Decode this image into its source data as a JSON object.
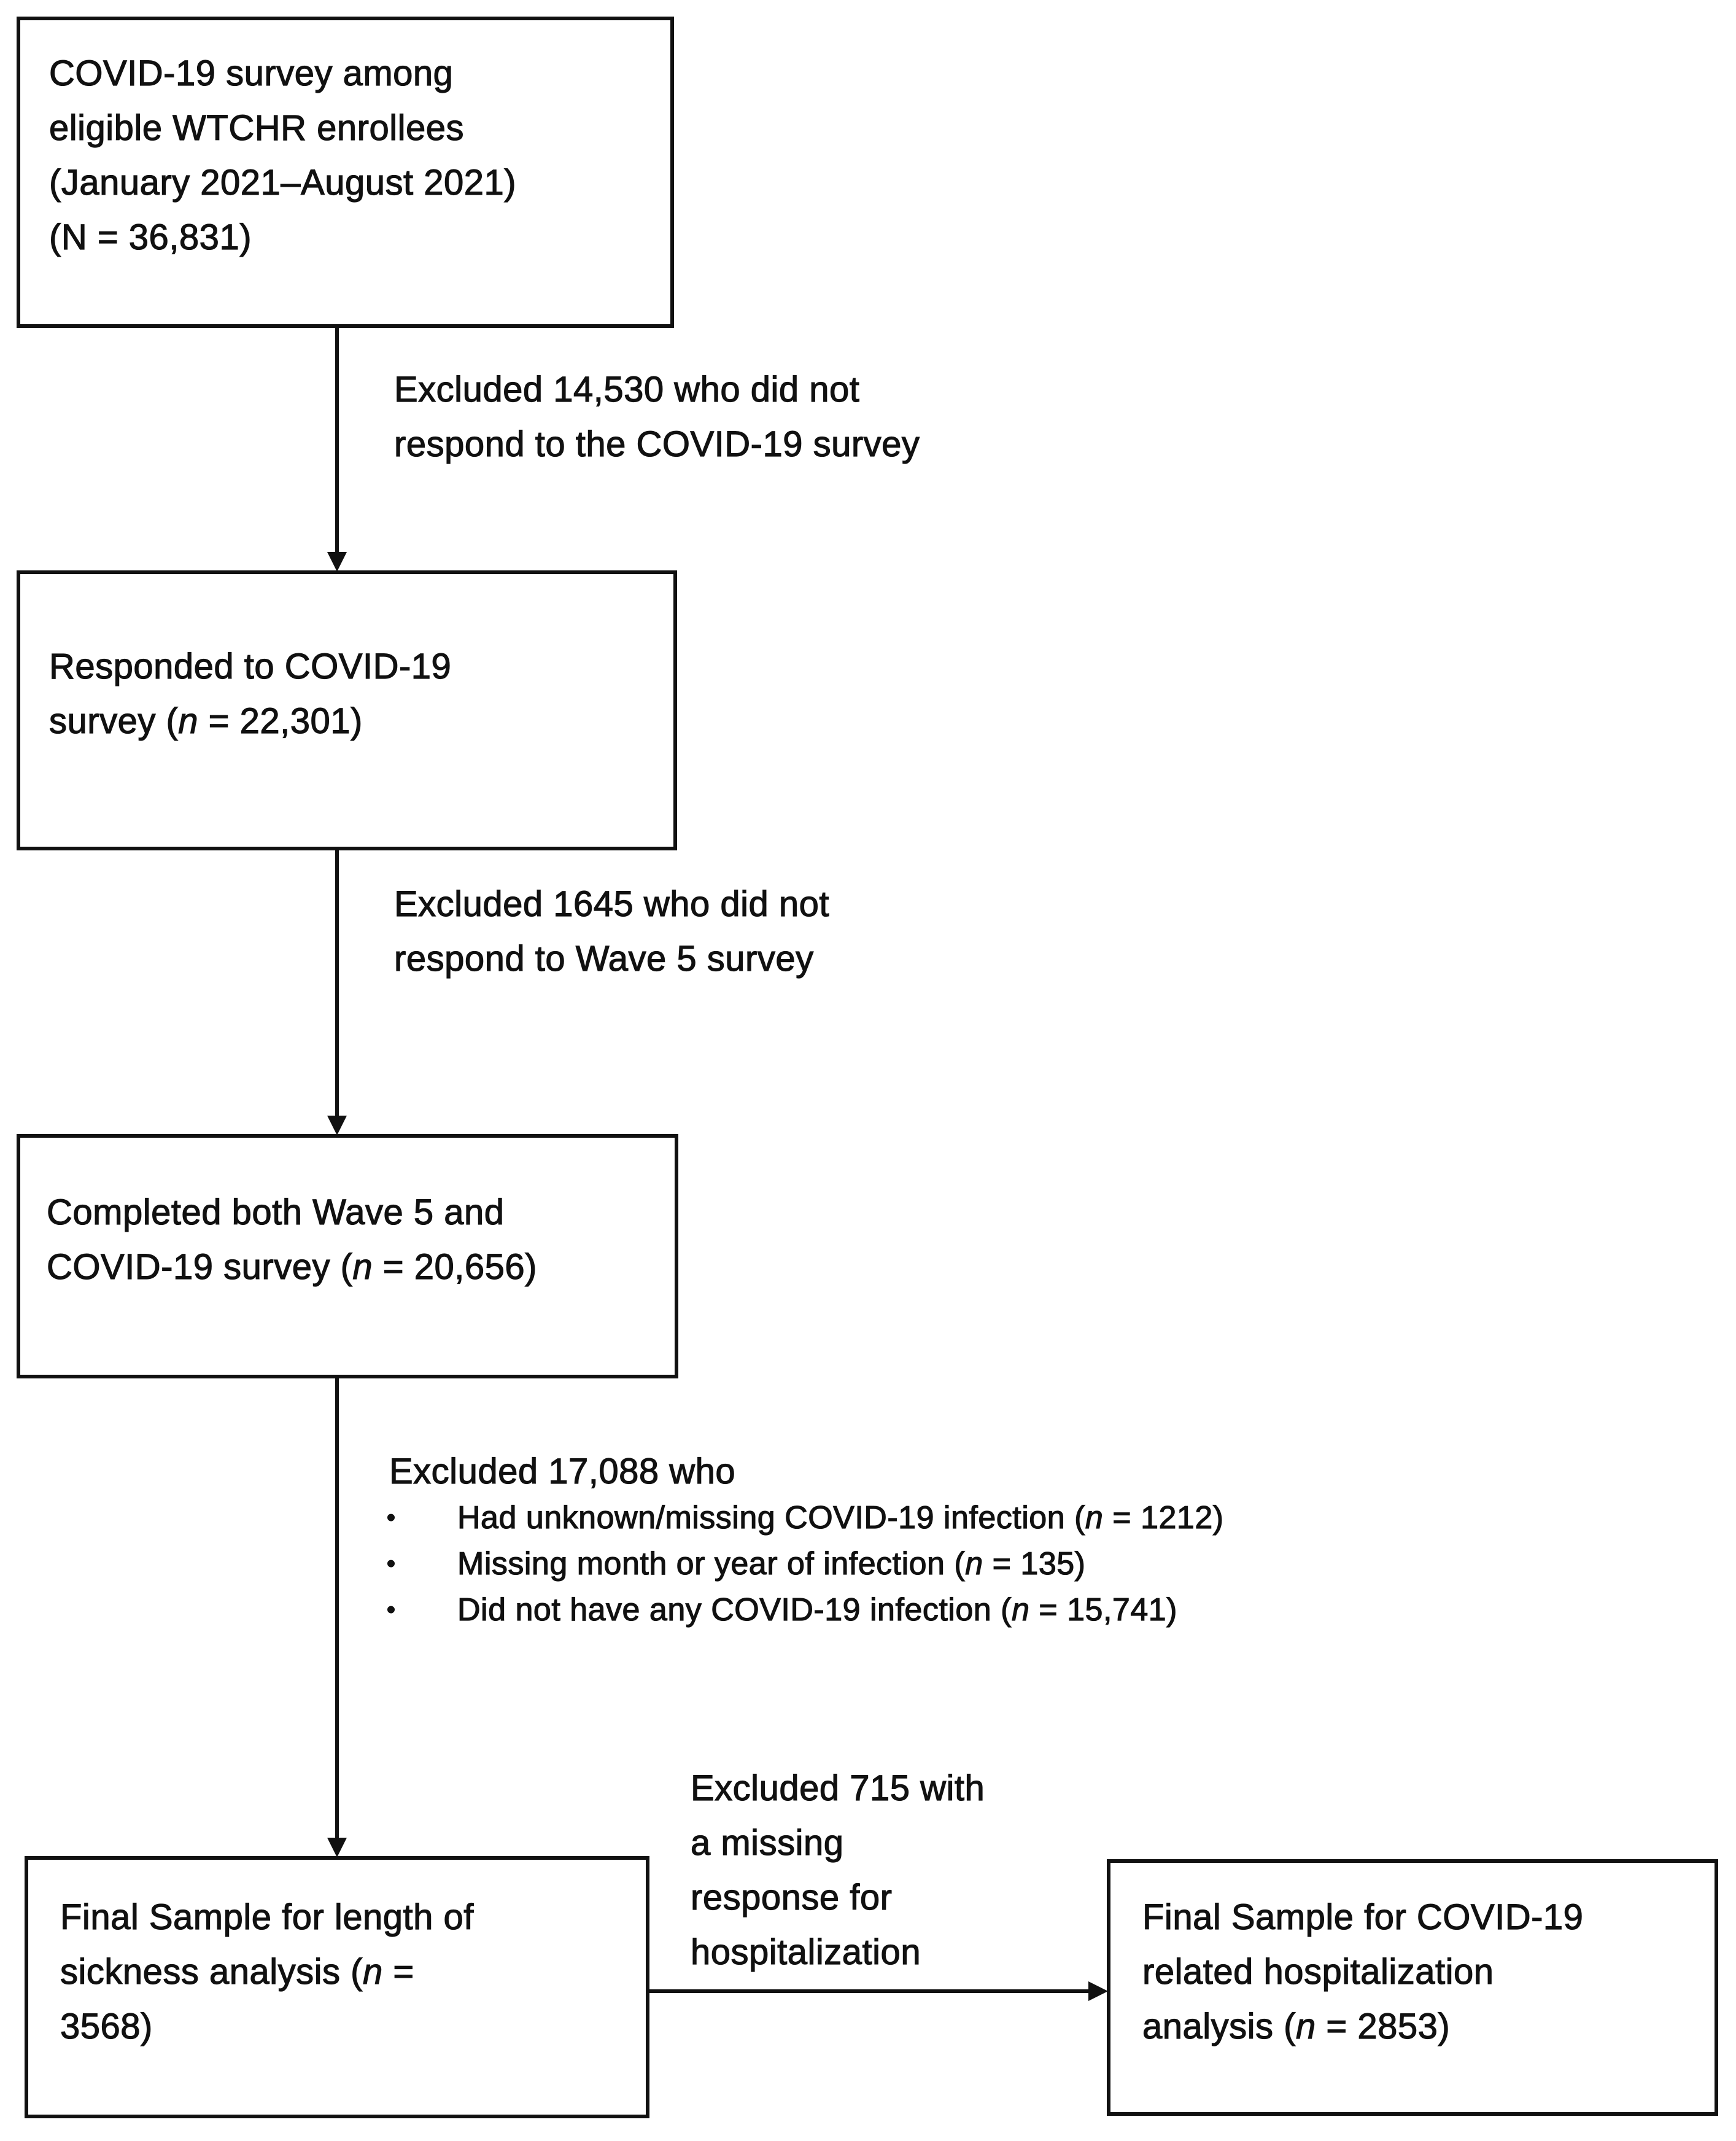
{
  "boxes": {
    "survey": {
      "lines": [
        "COVID-19 survey among",
        "eligible WTCHR enrollees",
        "(January 2021–August 2021)",
        "(N = 36,831)"
      ]
    },
    "responded": {
      "l1": "Responded to COVID-19",
      "l2_pre": "survey (",
      "n": "n",
      "l2_post": " = 22,301)"
    },
    "completed": {
      "l1": "Completed both Wave 5 and",
      "l2_pre": "COVID-19 survey (",
      "n": "n",
      "l2_post": " = 20,656)"
    },
    "sickness": {
      "l1": "Final Sample for length of",
      "l2_pre": "sickness analysis (",
      "n": "n",
      "l2_post": " =",
      "l3": "3568)"
    },
    "hospitalization": {
      "l1": "Final Sample for COVID-19",
      "l2": "related hospitalization",
      "l3_pre": "analysis (",
      "n": "n",
      "l3_post": " = 2853)"
    }
  },
  "exclusions": {
    "e1": [
      "Excluded 14,530 who did not",
      "respond to the COVID-19 survey"
    ],
    "e2": [
      "Excluded 1645 who did not",
      "respond to Wave 5 survey"
    ],
    "e3": {
      "title": "Excluded 17,088 who",
      "bullets": [
        {
          "pre": "Had unknown/missing COVID-19 infection (",
          "n": "n",
          "post": " = 1212)"
        },
        {
          "pre": "Missing month or year of infection (",
          "n": "n",
          "post": " = 135)"
        },
        {
          "pre": "Did not have any COVID-19 infection (",
          "n": "n",
          "post": " = 15,741)"
        }
      ],
      "bullet_glyph": "•"
    },
    "e4": [
      "Excluded 715 with",
      "a missing",
      "response for",
      "hospitalization"
    ]
  }
}
